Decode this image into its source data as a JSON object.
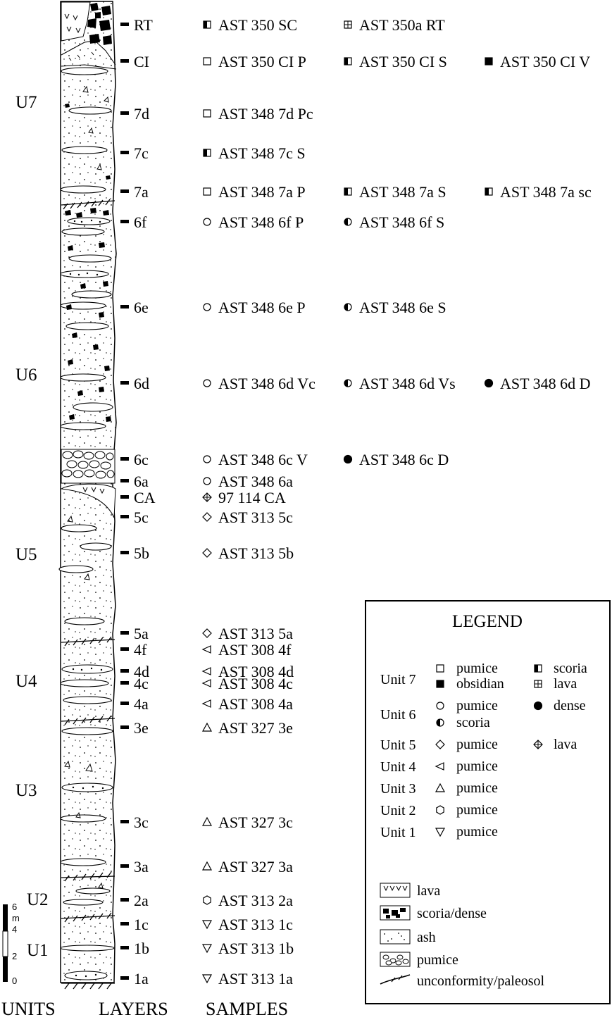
{
  "column_headers": {
    "units": "UNITS",
    "layers": "LAYERS",
    "samples": "SAMPLES"
  },
  "units": [
    "U7",
    "U6",
    "U5",
    "U4",
    "U3",
    "U2",
    "U1"
  ],
  "rows": [
    {
      "layer": "RT",
      "samples": [
        {
          "sym": "halfsq",
          "text": "AST 350 SC"
        },
        {
          "sym": "crosssq",
          "text": "AST 350a RT"
        }
      ]
    },
    {
      "layer": "CI",
      "samples": [
        {
          "sym": "sq",
          "text": "AST 350 CI P"
        },
        {
          "sym": "halfsq",
          "text": "AST 350 CI S"
        },
        {
          "sym": "fillsq",
          "text": "AST 350 CI V"
        }
      ]
    },
    {
      "layer": "7d",
      "samples": [
        {
          "sym": "sq",
          "text": "AST 348 7d Pc"
        }
      ]
    },
    {
      "layer": "7c",
      "samples": [
        {
          "sym": "halfsq",
          "text": "AST 348 7c S"
        }
      ]
    },
    {
      "layer": "7a",
      "samples": [
        {
          "sym": "sq",
          "text": "AST 348 7a P"
        },
        {
          "sym": "halfsq",
          "text": "AST 348 7a S"
        },
        {
          "sym": "halfsq",
          "text": "AST 348 7a sc"
        }
      ]
    },
    {
      "layer": "6f",
      "samples": [
        {
          "sym": "circ",
          "text": "AST 348 6f P"
        },
        {
          "sym": "halfcirc",
          "text": "AST 348 6f S"
        }
      ]
    },
    {
      "layer": "6e",
      "samples": [
        {
          "sym": "circ",
          "text": "AST 348 6e P"
        },
        {
          "sym": "halfcirc",
          "text": "AST 348 6e S"
        }
      ]
    },
    {
      "layer": "6d",
      "samples": [
        {
          "sym": "circ",
          "text": "AST 348 6d Vc"
        },
        {
          "sym": "halfcirc",
          "text": "AST 348 6d Vs"
        },
        {
          "sym": "fillcirc",
          "text": "AST 348 6d D"
        }
      ]
    },
    {
      "layer": "6c",
      "samples": [
        {
          "sym": "circ",
          "text": "AST 348 6c V"
        },
        {
          "sym": "fillcirc",
          "text": "AST 348 6c D"
        }
      ]
    },
    {
      "layer": "6a",
      "samples": [
        {
          "sym": "circ",
          "text": "AST 348 6a"
        }
      ]
    },
    {
      "layer": "CA",
      "samples": [
        {
          "sym": "crossdiam",
          "text": "97 114 CA"
        }
      ]
    },
    {
      "layer": "5c",
      "samples": [
        {
          "sym": "diam",
          "text": "AST 313 5c"
        }
      ]
    },
    {
      "layer": "5b",
      "samples": [
        {
          "sym": "diam",
          "text": "AST 313 5b"
        }
      ]
    },
    {
      "layer": "5a",
      "samples": [
        {
          "sym": "diam",
          "text": "AST 313 5a"
        }
      ]
    },
    {
      "layer": "4f",
      "samples": [
        {
          "sym": "ltri",
          "text": "AST 308 4f"
        }
      ]
    },
    {
      "layer": "4d",
      "samples": [
        {
          "sym": "ltri",
          "text": "AST 308 4d"
        }
      ]
    },
    {
      "layer": "4c",
      "samples": [
        {
          "sym": "ltri",
          "text": "AST 308 4c"
        }
      ]
    },
    {
      "layer": "4a",
      "samples": [
        {
          "sym": "ltri",
          "text": "AST 308 4a"
        }
      ]
    },
    {
      "layer": "3e",
      "samples": [
        {
          "sym": "tri",
          "text": "AST 327 3e"
        }
      ]
    },
    {
      "layer": "3c",
      "samples": [
        {
          "sym": "tri",
          "text": "AST 327 3c"
        }
      ]
    },
    {
      "layer": "3a",
      "samples": [
        {
          "sym": "tri",
          "text": "AST 327 3a"
        }
      ]
    },
    {
      "layer": "2a",
      "samples": [
        {
          "sym": "hex",
          "text": "AST 313 2a"
        }
      ]
    },
    {
      "layer": "1c",
      "samples": [
        {
          "sym": "dtri",
          "text": "AST 313 1c"
        }
      ]
    },
    {
      "layer": "1b",
      "samples": [
        {
          "sym": "dtri",
          "text": "AST 313 1b"
        }
      ]
    },
    {
      "layer": "1a",
      "samples": [
        {
          "sym": "dtri",
          "text": "AST 313 1a"
        }
      ]
    }
  ],
  "scale": {
    "unit": "m",
    "ticks": [
      "6",
      "4",
      "2",
      "0"
    ]
  },
  "legend": {
    "title": "LEGEND",
    "units": [
      {
        "label": "Unit 7",
        "items": [
          {
            "sym": "sq",
            "text": "pumice"
          },
          {
            "sym": "fillsq",
            "text": "obsidian"
          },
          {
            "sym": "halfsq",
            "text": "scoria"
          },
          {
            "sym": "crosssq",
            "text": "lava"
          }
        ]
      },
      {
        "label": "Unit 6",
        "items": [
          {
            "sym": "circ",
            "text": "pumice"
          },
          {
            "sym": "halfcirc",
            "text": "scoria"
          },
          {
            "sym": "fillcirc",
            "text": "dense"
          }
        ]
      },
      {
        "label": "Unit 5",
        "items": [
          {
            "sym": "diam",
            "text": "pumice"
          },
          {
            "sym": "crossdiam",
            "text": "lava"
          }
        ]
      },
      {
        "label": "Unit 4",
        "items": [
          {
            "sym": "ltri",
            "text": "pumice"
          }
        ]
      },
      {
        "label": "Unit 3",
        "items": [
          {
            "sym": "tri",
            "text": "pumice"
          }
        ]
      },
      {
        "label": "Unit 2",
        "items": [
          {
            "sym": "hex",
            "text": "pumice"
          }
        ]
      },
      {
        "label": "Unit 1",
        "items": [
          {
            "sym": "dtri",
            "text": "pumice"
          }
        ]
      }
    ],
    "patterns": [
      {
        "pattern": "lava",
        "text": "lava"
      },
      {
        "pattern": "scoria",
        "text": "scoria/dense"
      },
      {
        "pattern": "ash",
        "text": "ash"
      },
      {
        "pattern": "pumice",
        "text": "pumice"
      },
      {
        "pattern": "unconformity",
        "text": "unconformity/paleosol"
      }
    ]
  }
}
